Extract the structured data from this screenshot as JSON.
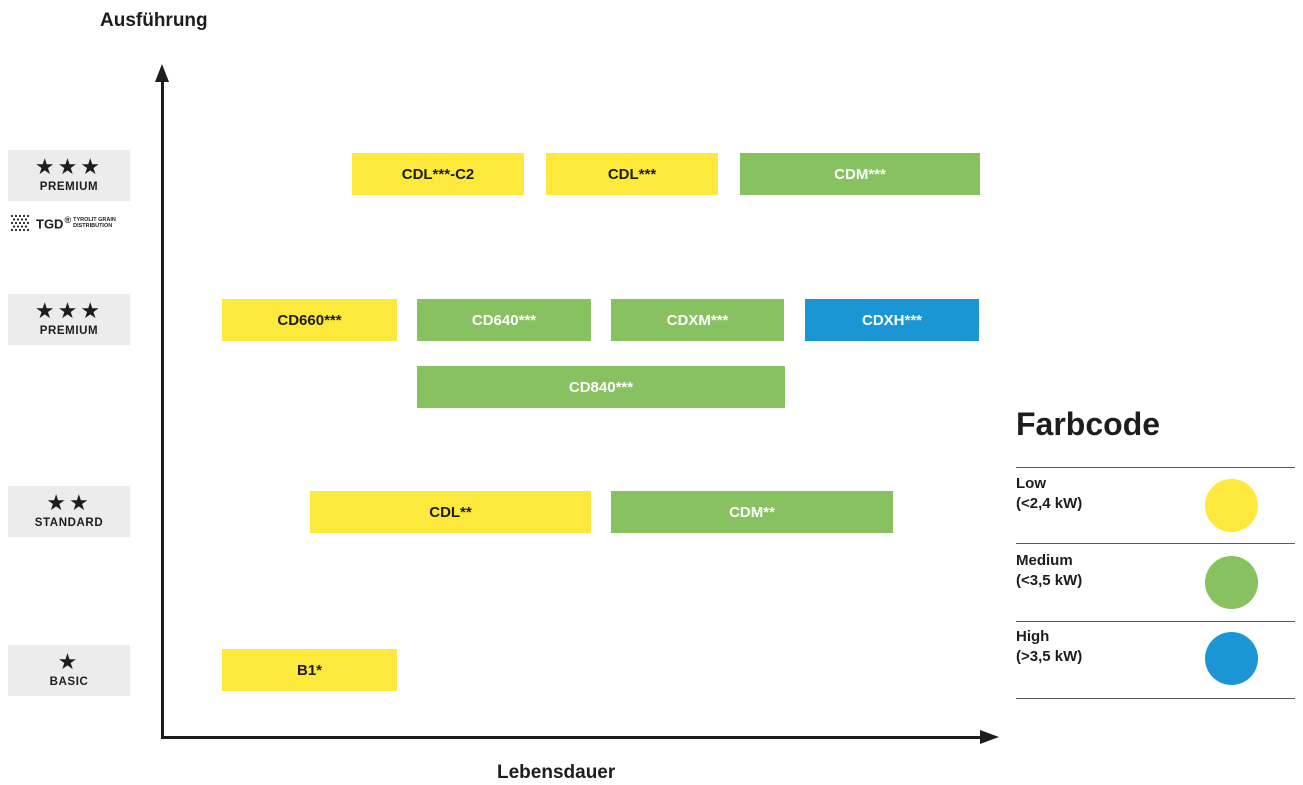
{
  "axis": {
    "y_label": "Ausführung",
    "x_label": "Lebensdauer"
  },
  "tiers": [
    {
      "stars": "★★★",
      "label": "PREMIUM"
    },
    {
      "stars": "★★★",
      "label": "PREMIUM"
    },
    {
      "stars": "★★",
      "label": "STANDARD"
    },
    {
      "stars": "★",
      "label": "BASIC"
    }
  ],
  "tgd": {
    "name": "TGD",
    "reg": "®",
    "sub_line1": "TYROLIT GRAIN",
    "sub_line2": "DISTRIBUTION"
  },
  "products": [
    {
      "label": "CDL***-C2",
      "color": "yellow"
    },
    {
      "label": "CDL***",
      "color": "yellow"
    },
    {
      "label": "CDM***",
      "color": "green"
    },
    {
      "label": "CD660***",
      "color": "yellow"
    },
    {
      "label": "CD640***",
      "color": "green"
    },
    {
      "label": "CDXM***",
      "color": "green"
    },
    {
      "label": "CDXH***",
      "color": "blue"
    },
    {
      "label": "CD840***",
      "color": "green"
    },
    {
      "label": "CDL**",
      "color": "yellow"
    },
    {
      "label": "CDM**",
      "color": "green"
    },
    {
      "label": "B1*",
      "color": "yellow"
    }
  ],
  "legend": {
    "title": "Farbcode",
    "items": [
      {
        "line1": "Low",
        "line2": "(<2,4 kW)",
        "color": "#fde83c"
      },
      {
        "line1": "Medium",
        "line2": "(<3,5 kW)",
        "color": "#87c160"
      },
      {
        "line1": "High",
        "line2": "(>3,5 kW)",
        "color": "#1b96d4"
      }
    ]
  }
}
